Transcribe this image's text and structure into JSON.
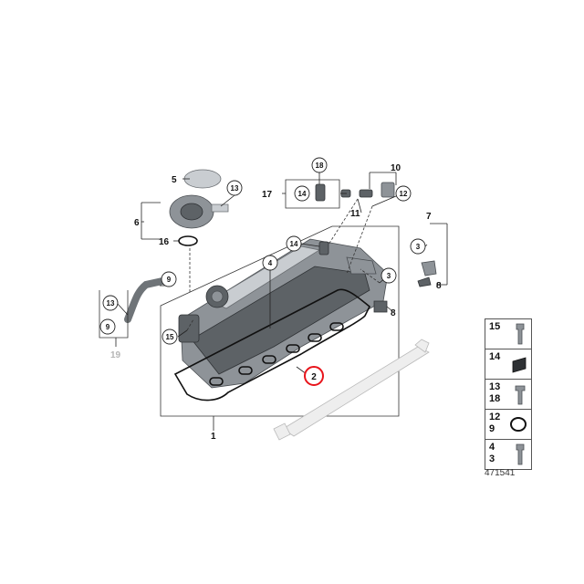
{
  "callouts": {
    "c1": "1",
    "c2": "2",
    "c3a": "3",
    "c3b": "3",
    "c4": "4",
    "c5": "5",
    "c6": "6",
    "c7": "7",
    "c8a": "8",
    "c8b": "8",
    "c9a": "9",
    "c9b": "9",
    "c10": "10",
    "c11": "11",
    "c12": "12",
    "c13a": "13",
    "c13b": "13",
    "c14a": "14",
    "c14b": "14",
    "c15": "15",
    "c16": "16",
    "c17": "17",
    "c18": "18",
    "c19": "19"
  },
  "highlight_color": "#e8141b",
  "legend": [
    {
      "top": "15",
      "bottom": "",
      "icon": "bolt-icon"
    },
    {
      "top": "14",
      "bottom": "",
      "icon": "rubber-grommet-icon"
    },
    {
      "top": "13",
      "bottom": "18",
      "icon": "bolt-icon"
    },
    {
      "top": "12",
      "bottom": "9",
      "icon": "o-ring-icon"
    },
    {
      "top": "4",
      "bottom": "3",
      "icon": "bolt-icon"
    }
  ],
  "diagram_number": "471541"
}
